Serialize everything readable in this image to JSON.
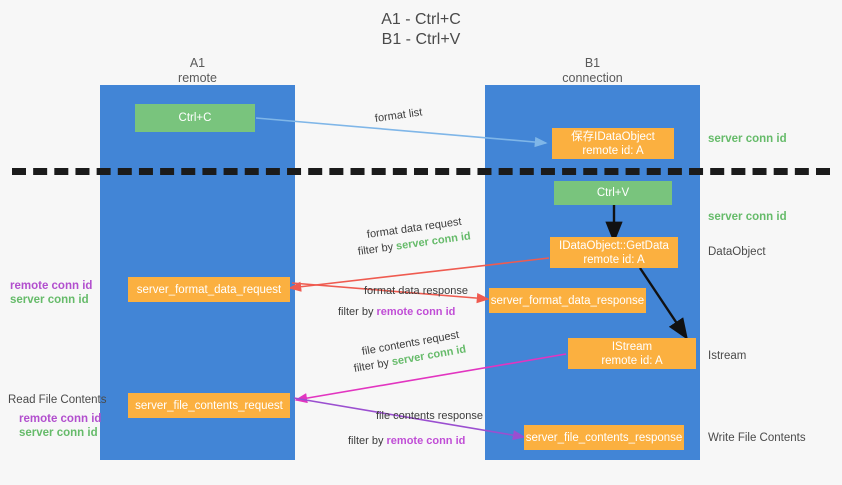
{
  "title": {
    "line1": "A1 - Ctrl+C",
    "line2": "B1 - Ctrl+V"
  },
  "lanes": [
    {
      "name": "A1",
      "subtitle": "remote"
    },
    {
      "name": "B1",
      "subtitle": "connection"
    }
  ],
  "nodes": {
    "ctrl_c": {
      "label": "Ctrl+C"
    },
    "save_dataobject": {
      "line1": "保存IDataObject",
      "line2": "remote id: A"
    },
    "ctrl_v": {
      "label": "Ctrl+V"
    },
    "getdata": {
      "line1": "IDataObject::GetData",
      "line2": "remote id: A"
    },
    "server_format_data_request": {
      "label": "server_format_data_request"
    },
    "server_format_data_response": {
      "label": "server_format_data_response"
    },
    "istream": {
      "line1": "IStream",
      "line2": "remote id: A"
    },
    "server_file_contents_request": {
      "label": "server_file_contents_request"
    },
    "server_file_contents_response": {
      "label": "server_file_contents_response"
    }
  },
  "right_labels": {
    "server_conn_id_top": "server conn id",
    "server_conn_id_second": "server conn id",
    "dataobject": "DataObject",
    "istream": "Istream",
    "write_file_contents": "Write File Contents"
  },
  "left_labels": {
    "remote_conn_id_mid": "remote conn id",
    "server_conn_id_mid": "server conn id",
    "read_file_contents": "Read File Contents",
    "remote_conn_id_bottom": "remote conn id",
    "server_conn_id_bottom": "server conn id"
  },
  "edges": {
    "format_list": "format list",
    "format_data_request": "format data request",
    "format_data_request_filter_prefix": "filter by ",
    "format_data_request_filter_value": "server conn id",
    "format_data_response": "format data response",
    "format_data_response_filter_prefix": "filter by ",
    "format_data_response_filter_value": "remote conn id",
    "file_contents_request": "file contents request",
    "file_contents_request_filter_prefix": "filter by ",
    "file_contents_request_filter_value": "server conn id",
    "file_contents_response": "file contents response",
    "file_contents_response_filter_prefix": "filter by ",
    "file_contents_response_filter_value": "remote conn id"
  },
  "colors": {
    "lane": "#4285d6",
    "orange_node": "#fbb040",
    "green_node": "#79c47d",
    "green_text": "#66bb6a",
    "purple_text": "#b24fce",
    "arrow_blue": "#7fb6e8",
    "arrow_red": "#ef5b50",
    "arrow_magenta": "#e235c0",
    "arrow_purple": "#9b4fd0",
    "arrow_black": "#111111",
    "divider": "#1b1b1b"
  }
}
